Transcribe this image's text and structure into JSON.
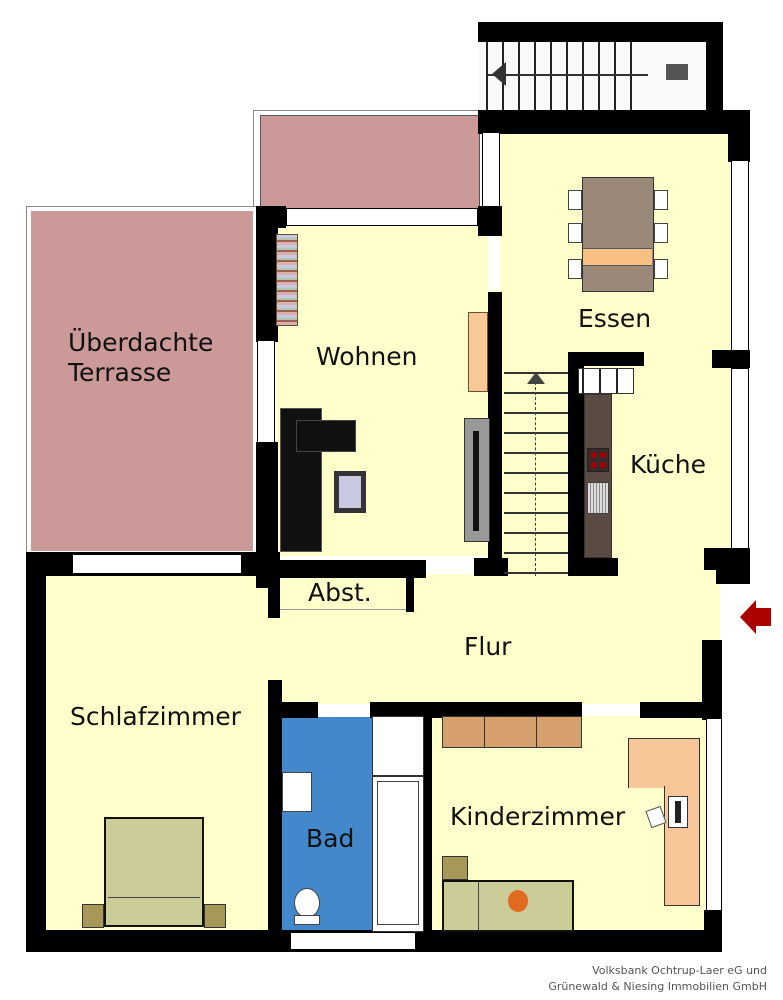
{
  "plan": {
    "colors": {
      "wall": "#000000",
      "floor": "#ffffcc",
      "terrace": "#cc9999",
      "bath": "#4488cc",
      "table": "#9a8878",
      "table_accent": "#f8c083",
      "kitchen_counter": "#5a4a42",
      "cabinet": "#d6a06c",
      "desk": "#f7c79a",
      "bed": "#cccc99",
      "entry_arrow": "#aa0000"
    },
    "rooms": [
      {
        "id": "terrasse",
        "label_line1": "Überdachte",
        "label_line2": "Terrasse"
      },
      {
        "id": "wohnen",
        "label": "Wohnen"
      },
      {
        "id": "essen",
        "label": "Essen"
      },
      {
        "id": "kueche",
        "label": "Küche"
      },
      {
        "id": "abst",
        "label": "Abst."
      },
      {
        "id": "flur",
        "label": "Flur"
      },
      {
        "id": "schlafzimmer",
        "label": "Schlafzimmer"
      },
      {
        "id": "bad",
        "label": "Bad"
      },
      {
        "id": "kinderzimmer",
        "label": "Kinderzimmer"
      }
    ],
    "entry_arrow": {
      "direction": "left",
      "icon": "entry-arrow-icon"
    }
  },
  "credit": {
    "line1": "Volksbank Ochtrup-Laer eG und",
    "line2": "Grünewald & Niesing Immobilien GmbH"
  }
}
